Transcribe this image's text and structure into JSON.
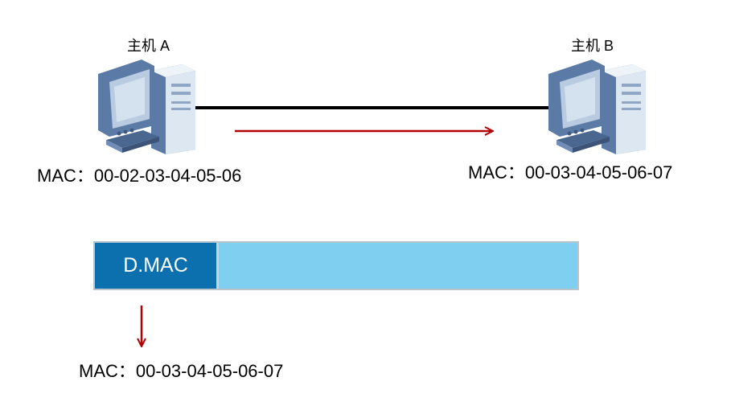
{
  "host_a": {
    "name": "主机 A",
    "mac_label": "MAC：00-02-03-04-05-06"
  },
  "host_b": {
    "name": "主机 B",
    "mac_label": "MAC：00-03-04-05-06-07"
  },
  "frame": {
    "dmac_label": "D.MAC"
  },
  "lookup": {
    "mac_label": "MAC：00-03-04-05-06-07"
  },
  "colors": {
    "link": "#000000",
    "arrow": "#b30000",
    "dmac_field": "#0c70ae",
    "payload_field": "#7fcff0",
    "monitor": "#5b7ba6",
    "screen": "#b9cbe0"
  },
  "icons": {
    "host": "desktop-computer-icon",
    "direction": "arrow-right-icon",
    "lookup": "arrow-down-icon"
  }
}
